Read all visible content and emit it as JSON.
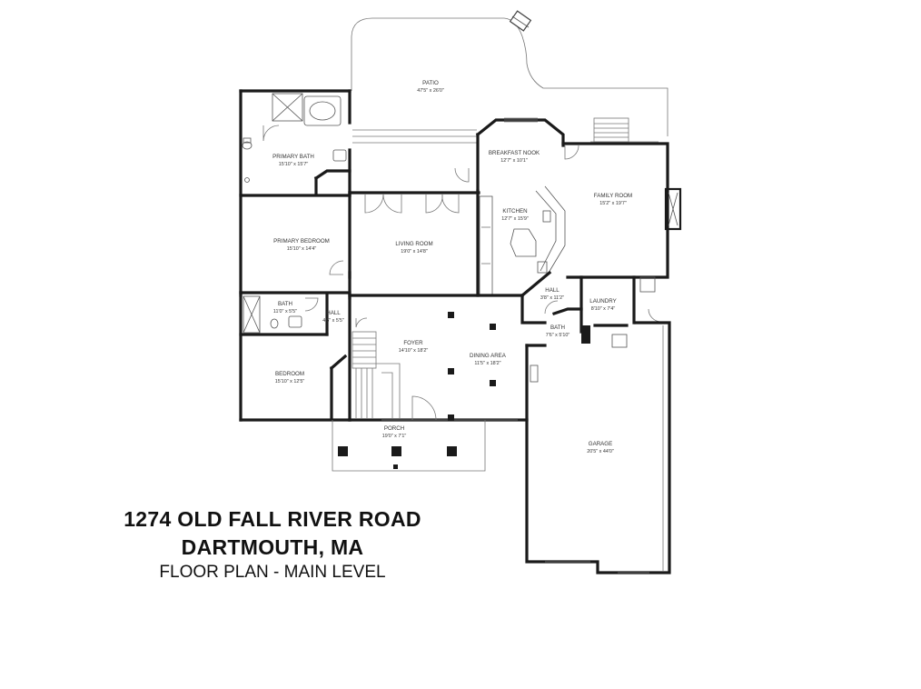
{
  "address": {
    "street": "1274 OLD FALL RIVER ROAD",
    "city": "DARTMOUTH, MA",
    "caption": "FLOOR PLAN - MAIN LEVEL"
  },
  "rooms": {
    "patio": {
      "name": "PATIO",
      "dims": "47'5\" x 26'0\""
    },
    "primary_bath": {
      "name": "PRIMARY BATH",
      "dims": "15'10\" x 15'7\""
    },
    "breakfast_nook": {
      "name": "BREAKFAST NOOK",
      "dims": "12'7\" x 10'1\""
    },
    "family_room": {
      "name": "FAMILY ROOM",
      "dims": "15'2\" x 19'7\""
    },
    "kitchen": {
      "name": "KITCHEN",
      "dims": "12'7\" x 15'9\""
    },
    "primary_bedroom": {
      "name": "PRIMARY BEDROOM",
      "dims": "15'10\" x 14'4\""
    },
    "living_room": {
      "name": "LIVING ROOM",
      "dims": "19'0\" x 14'8\""
    },
    "hall_kitchen": {
      "name": "HALL",
      "dims": "3'8\" x 11'2\""
    },
    "laundry": {
      "name": "LAUNDRY",
      "dims": "8'10\" x 7'4\""
    },
    "bath_west": {
      "name": "BATH",
      "dims": "11'0\" x 5'5\""
    },
    "hall_west": {
      "name": "HALL",
      "dims": "4'6\" x 5'5\""
    },
    "bath_east": {
      "name": "BATH",
      "dims": "7'6\" x 5'10\""
    },
    "foyer": {
      "name": "FOYER",
      "dims": "14'10\" x 18'2\""
    },
    "dining_area": {
      "name": "DINING AREA",
      "dims": "11'5\" x 18'2\""
    },
    "bedroom": {
      "name": "BEDROOM",
      "dims": "15'10\" x 12'5\""
    },
    "porch": {
      "name": "PORCH",
      "dims": "19'0\" x 7'1\""
    },
    "garage": {
      "name": "GARAGE",
      "dims": "20'5\" x 44'0\""
    }
  }
}
